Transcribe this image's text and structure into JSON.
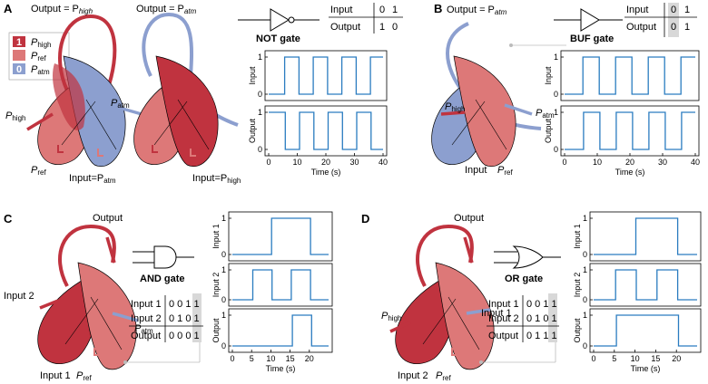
{
  "colors": {
    "high": "#c0333f",
    "ref": "#dd7878",
    "atm": "#8c9fcf",
    "signal": "#2a7cc0",
    "highlight": "#d8d8d8"
  },
  "legend": {
    "high_num": "1",
    "high_label": "P",
    "high_sub": "high",
    "ref_label": "P",
    "ref_sub": "ref",
    "atm_num": "0",
    "atm_label": "P",
    "atm_sub": "atm"
  },
  "panel_a": {
    "letter": "A",
    "left_output": "Output = P",
    "left_output_sub": "high",
    "right_output": "Output = P",
    "right_output_sub": "atm",
    "p_high": "P",
    "p_high_sub": "high",
    "p_atm": "P",
    "p_atm_sub": "atm",
    "p_ref": "P",
    "p_ref_sub": "ref",
    "input_left": "Input=P",
    "input_left_sub": "atm",
    "input_right": "Input=P",
    "input_right_sub": "high",
    "gate_label": "NOT gate",
    "truth_table": {
      "rows": [
        [
          "Input",
          "0",
          "1"
        ],
        [
          "Output",
          "1",
          "0"
        ]
      ]
    }
  },
  "panel_b": {
    "letter": "B",
    "output": "Output = P",
    "output_sub": "atm",
    "p_high": "P",
    "p_high_sub": "high",
    "p_atm": "P",
    "p_atm_sub": "atm",
    "input_label": "Input",
    "p_ref": "P",
    "p_ref_sub": "ref",
    "gate_label": "BUF gate",
    "truth_table": {
      "rows": [
        [
          "Input",
          "0",
          "1"
        ],
        [
          "Output",
          "0",
          "1"
        ]
      ]
    }
  },
  "panel_c": {
    "letter": "C",
    "output": "Output",
    "input2": "Input 2",
    "input1": "Input 1",
    "p_ref": "P",
    "p_ref_sub": "ref",
    "p_atm": "P",
    "p_atm_sub": "atm",
    "gate_label": "AND gate",
    "truth_table": {
      "rows": [
        [
          "Input 1",
          "0 0 1 1"
        ],
        [
          "Input 2",
          "0 1 0 1"
        ],
        [
          "Output",
          "0 0 0 1"
        ]
      ]
    }
  },
  "panel_d": {
    "letter": "D",
    "output": "Output",
    "p_high": "P",
    "p_high_sub": "high",
    "input1": "Input 1",
    "input2": "Input 2",
    "p_ref": "P",
    "p_ref_sub": "ref",
    "gate_label": "OR gate",
    "truth_table": {
      "rows": [
        [
          "Input 1",
          "0 0 1 1"
        ],
        [
          "Input 2",
          "0 1 0 1"
        ],
        [
          "Output",
          "0 1 1 1"
        ]
      ]
    }
  },
  "chart_data": [
    {
      "type": "line",
      "xlabel": "",
      "ylabel": "Input",
      "xlim": [
        0,
        40
      ],
      "ylim": [
        0,
        1
      ],
      "yticks": [
        0,
        1
      ],
      "xticks": [],
      "x": [
        0,
        5.6,
        5.6,
        10.6,
        10.6,
        15.6,
        15.6,
        20.6,
        20.6,
        25.6,
        25.6,
        30.6,
        30.6,
        35.6,
        35.6,
        40
      ],
      "y": [
        0,
        0,
        1,
        1,
        0,
        0,
        1,
        1,
        0,
        0,
        1,
        1,
        0,
        0,
        1,
        1
      ]
    },
    {
      "type": "line",
      "xlabel": "Time (s)",
      "ylabel": "Output",
      "xlim": [
        0,
        40
      ],
      "ylim": [
        0,
        1
      ],
      "yticks": [
        0,
        1
      ],
      "xticks": [
        0,
        10,
        20,
        30,
        40
      ],
      "x": [
        0,
        5.8,
        5.8,
        10.8,
        10.8,
        15.8,
        15.8,
        20.8,
        20.8,
        25.8,
        25.8,
        30.8,
        30.8,
        35.8,
        35.8,
        40
      ],
      "y": [
        1,
        1,
        0,
        0,
        1,
        1,
        0,
        0,
        1,
        1,
        0,
        0,
        1,
        1,
        0,
        0
      ]
    },
    {
      "type": "line",
      "xlabel": "",
      "ylabel": "Input",
      "xlim": [
        0,
        40
      ],
      "ylim": [
        0,
        1
      ],
      "yticks": [
        0,
        1
      ],
      "xticks": [],
      "x": [
        0,
        5.6,
        5.6,
        10.6,
        10.6,
        15.6,
        15.6,
        20.6,
        20.6,
        25.6,
        25.6,
        30.6,
        30.6,
        35.6,
        35.6,
        40
      ],
      "y": [
        0,
        0,
        1,
        1,
        0,
        0,
        1,
        1,
        0,
        0,
        1,
        1,
        0,
        0,
        1,
        1
      ]
    },
    {
      "type": "line",
      "xlabel": "Time (s)",
      "ylabel": "Output",
      "xlim": [
        0,
        40
      ],
      "ylim": [
        0,
        1
      ],
      "yticks": [
        0,
        1
      ],
      "xticks": [
        0,
        10,
        20,
        30,
        40
      ],
      "x": [
        0,
        5.8,
        5.8,
        10.8,
        10.8,
        15.8,
        15.8,
        20.8,
        20.8,
        25.8,
        25.8,
        30.8,
        30.8,
        35.8,
        35.8,
        40
      ],
      "y": [
        0,
        0,
        1,
        1,
        0,
        0,
        1,
        1,
        0,
        0,
        1,
        1,
        0,
        0,
        1,
        1
      ]
    },
    {
      "type": "line",
      "xlabel": "",
      "ylabel": "Input 1",
      "xlim": [
        0,
        25
      ],
      "ylim": [
        0,
        1
      ],
      "yticks": [
        0,
        1
      ],
      "xticks": [],
      "x": [
        0,
        10.2,
        10.2,
        20.3,
        20.3,
        25
      ],
      "y": [
        0,
        0,
        1,
        1,
        0,
        0
      ]
    },
    {
      "type": "line",
      "xlabel": "",
      "ylabel": "Input 2",
      "xlim": [
        0,
        25
      ],
      "ylim": [
        0,
        1
      ],
      "yticks": [
        0,
        1
      ],
      "xticks": [],
      "x": [
        0,
        5.3,
        5.3,
        10.3,
        10.3,
        15.3,
        15.3,
        20.3,
        20.3,
        25
      ],
      "y": [
        0,
        0,
        1,
        1,
        0,
        0,
        1,
        1,
        0,
        0
      ]
    },
    {
      "type": "line",
      "xlabel": "Time (s)",
      "ylabel": "Output",
      "xlim": [
        0,
        25
      ],
      "ylim": [
        0,
        1
      ],
      "yticks": [
        0,
        1
      ],
      "xticks": [
        0,
        5,
        10,
        15,
        20
      ],
      "x": [
        0,
        15.6,
        15.6,
        20.6,
        20.6,
        25
      ],
      "y": [
        0,
        0,
        1,
        1,
        0,
        0
      ]
    },
    {
      "type": "line",
      "xlabel": "",
      "ylabel": "Input 1",
      "xlim": [
        0,
        25
      ],
      "ylim": [
        0,
        1
      ],
      "yticks": [
        0,
        1
      ],
      "xticks": [],
      "x": [
        0,
        10.2,
        10.2,
        20.3,
        20.3,
        25
      ],
      "y": [
        0,
        0,
        1,
        1,
        0,
        0
      ]
    },
    {
      "type": "line",
      "xlabel": "",
      "ylabel": "Input 2",
      "xlim": [
        0,
        25
      ],
      "ylim": [
        0,
        1
      ],
      "yticks": [
        0,
        1
      ],
      "xticks": [],
      "x": [
        0,
        5.3,
        5.3,
        10.3,
        10.3,
        15.3,
        15.3,
        20.3,
        20.3,
        25
      ],
      "y": [
        0,
        0,
        1,
        1,
        0,
        0,
        1,
        1,
        0,
        0
      ]
    },
    {
      "type": "line",
      "xlabel": "Time (s)",
      "ylabel": "Output",
      "xlim": [
        0,
        25
      ],
      "ylim": [
        0,
        1
      ],
      "yticks": [
        0,
        1
      ],
      "xticks": [
        0,
        5,
        10,
        15,
        20
      ],
      "x": [
        0,
        5.5,
        5.5,
        20.5,
        20.5,
        25
      ],
      "y": [
        0,
        0,
        1,
        1,
        0,
        0
      ]
    }
  ]
}
